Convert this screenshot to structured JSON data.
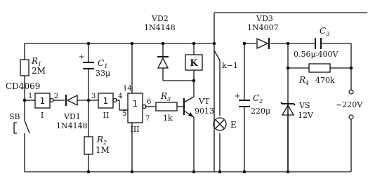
{
  "diagram": {
    "components": {
      "r1": {
        "designator": "R",
        "sub": "1",
        "value": "2M"
      },
      "ic": {
        "part": "CD4069"
      },
      "gate1": {
        "roman": "I",
        "pin_in": "1",
        "pin_out": "2"
      },
      "vd1": {
        "designator": "VD1",
        "part": "1N4148"
      },
      "c1": {
        "designator": "C",
        "sub": "1",
        "value": "33μ",
        "polarity": "+"
      },
      "gate2": {
        "roman": "II",
        "pin_in": "3",
        "pin_out": "4"
      },
      "r2": {
        "designator": "R",
        "sub": "2",
        "value": "1M"
      },
      "gate3": {
        "roman": "III",
        "pin_in": "5",
        "pin_out": "6",
        "pin_top": "14",
        "pin_bottom": "7"
      },
      "r3": {
        "designator": "R",
        "sub": "3",
        "value": "1k"
      },
      "vd2": {
        "designator": "VD2",
        "part": "1N4148"
      },
      "relay": {
        "symbol": "K",
        "contact": "k−1"
      },
      "vt": {
        "designator": "VT",
        "part": "9013"
      },
      "lamp": {
        "designator": "E"
      },
      "vd3": {
        "designator": "VD3",
        "part": "1N4007"
      },
      "c2": {
        "designator": "C",
        "sub": "2",
        "value": "220μ",
        "polarity": "+"
      },
      "c3": {
        "designator": "C",
        "sub": "3",
        "value": "0.56μ∶400V"
      },
      "r4": {
        "designator": "R",
        "sub": "4",
        "value": "470k"
      },
      "vs": {
        "designator": "VS",
        "value": "12V"
      },
      "sb": {
        "designator": "SB"
      },
      "supply": {
        "label": "~220V"
      }
    }
  }
}
